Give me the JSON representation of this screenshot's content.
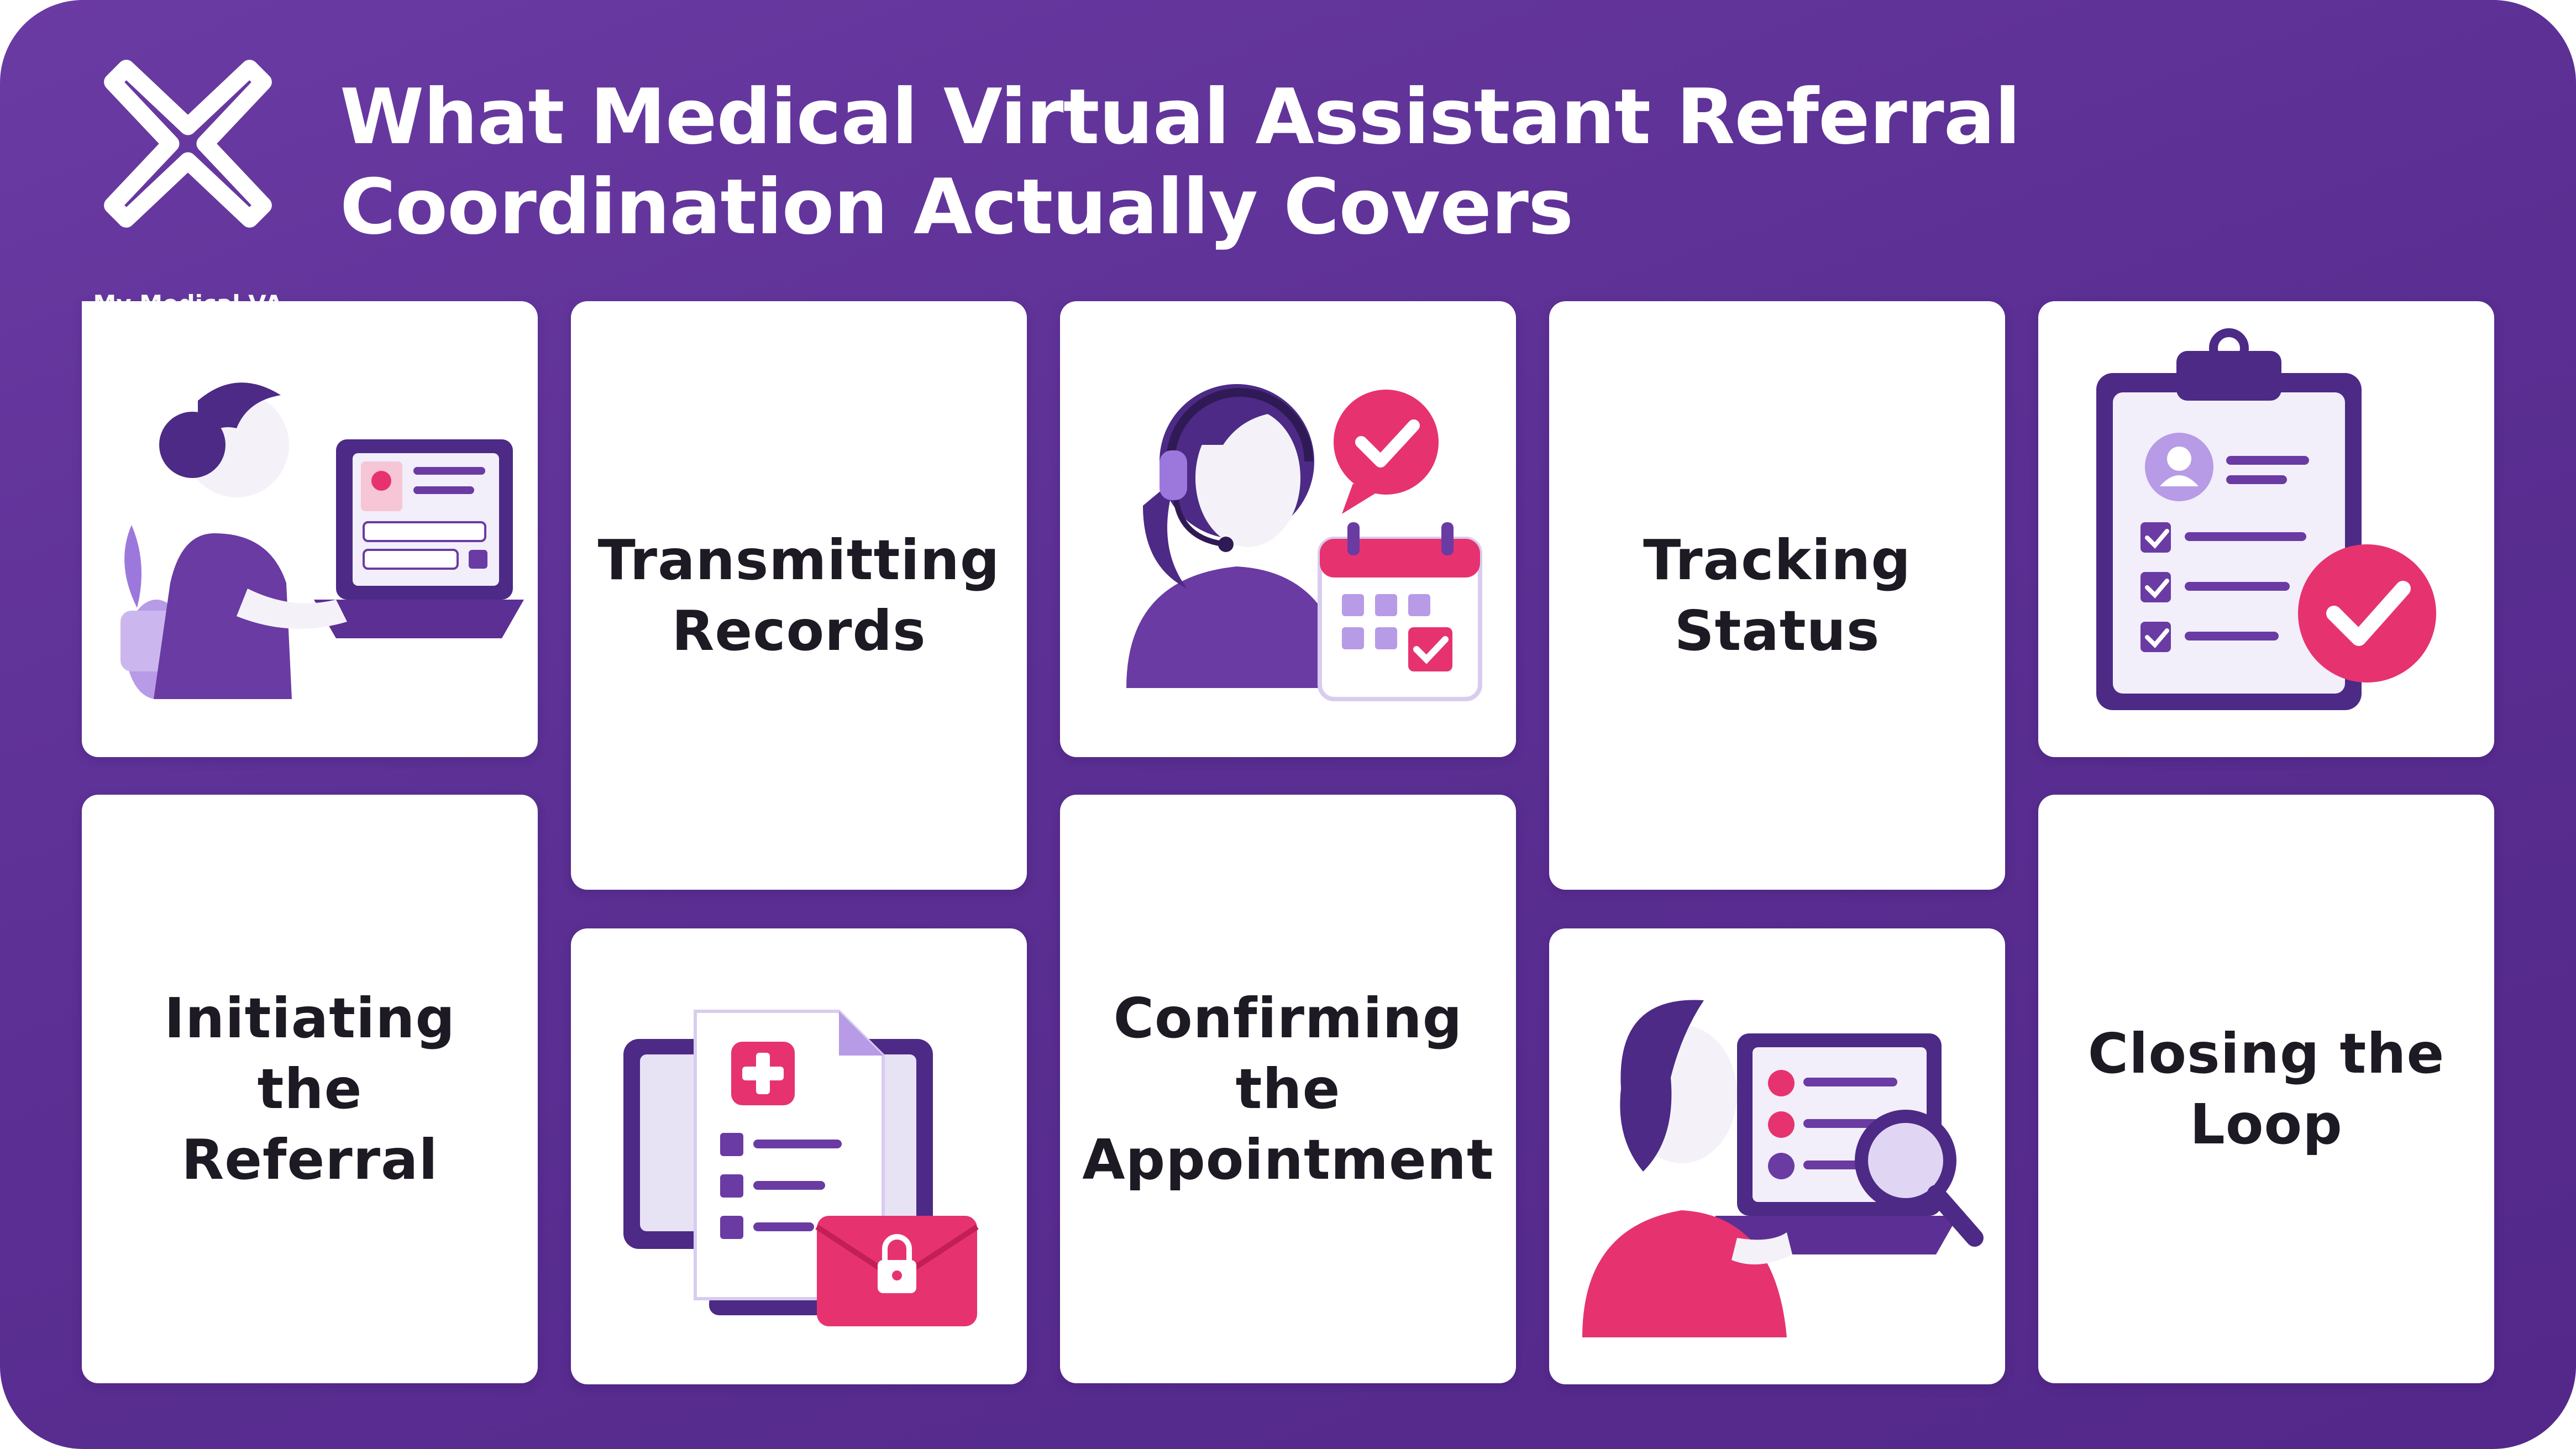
{
  "brand": {
    "name": "My Medical VA",
    "colors": {
      "primary": "#5b2f93",
      "accent": "#e6336f",
      "light": "#ece6f7"
    }
  },
  "title": "What Medical Virtual Assistant Referral Coordination Actually Covers",
  "cards": [
    {
      "label": "Transmitting\nRecords"
    },
    {
      "label": "Tracking\nStatus"
    },
    {
      "label": "Initiating the\nReferral"
    },
    {
      "label": "Confirming\nthe\nAppointment"
    },
    {
      "label": "Closing the\nLoop"
    }
  ],
  "illustrations": [
    "woman-at-laptop-icon",
    "headset-agent-calendar-icon",
    "clipboard-checklist-icon",
    "secure-records-monitor-icon",
    "review-laptop-magnifier-icon"
  ]
}
